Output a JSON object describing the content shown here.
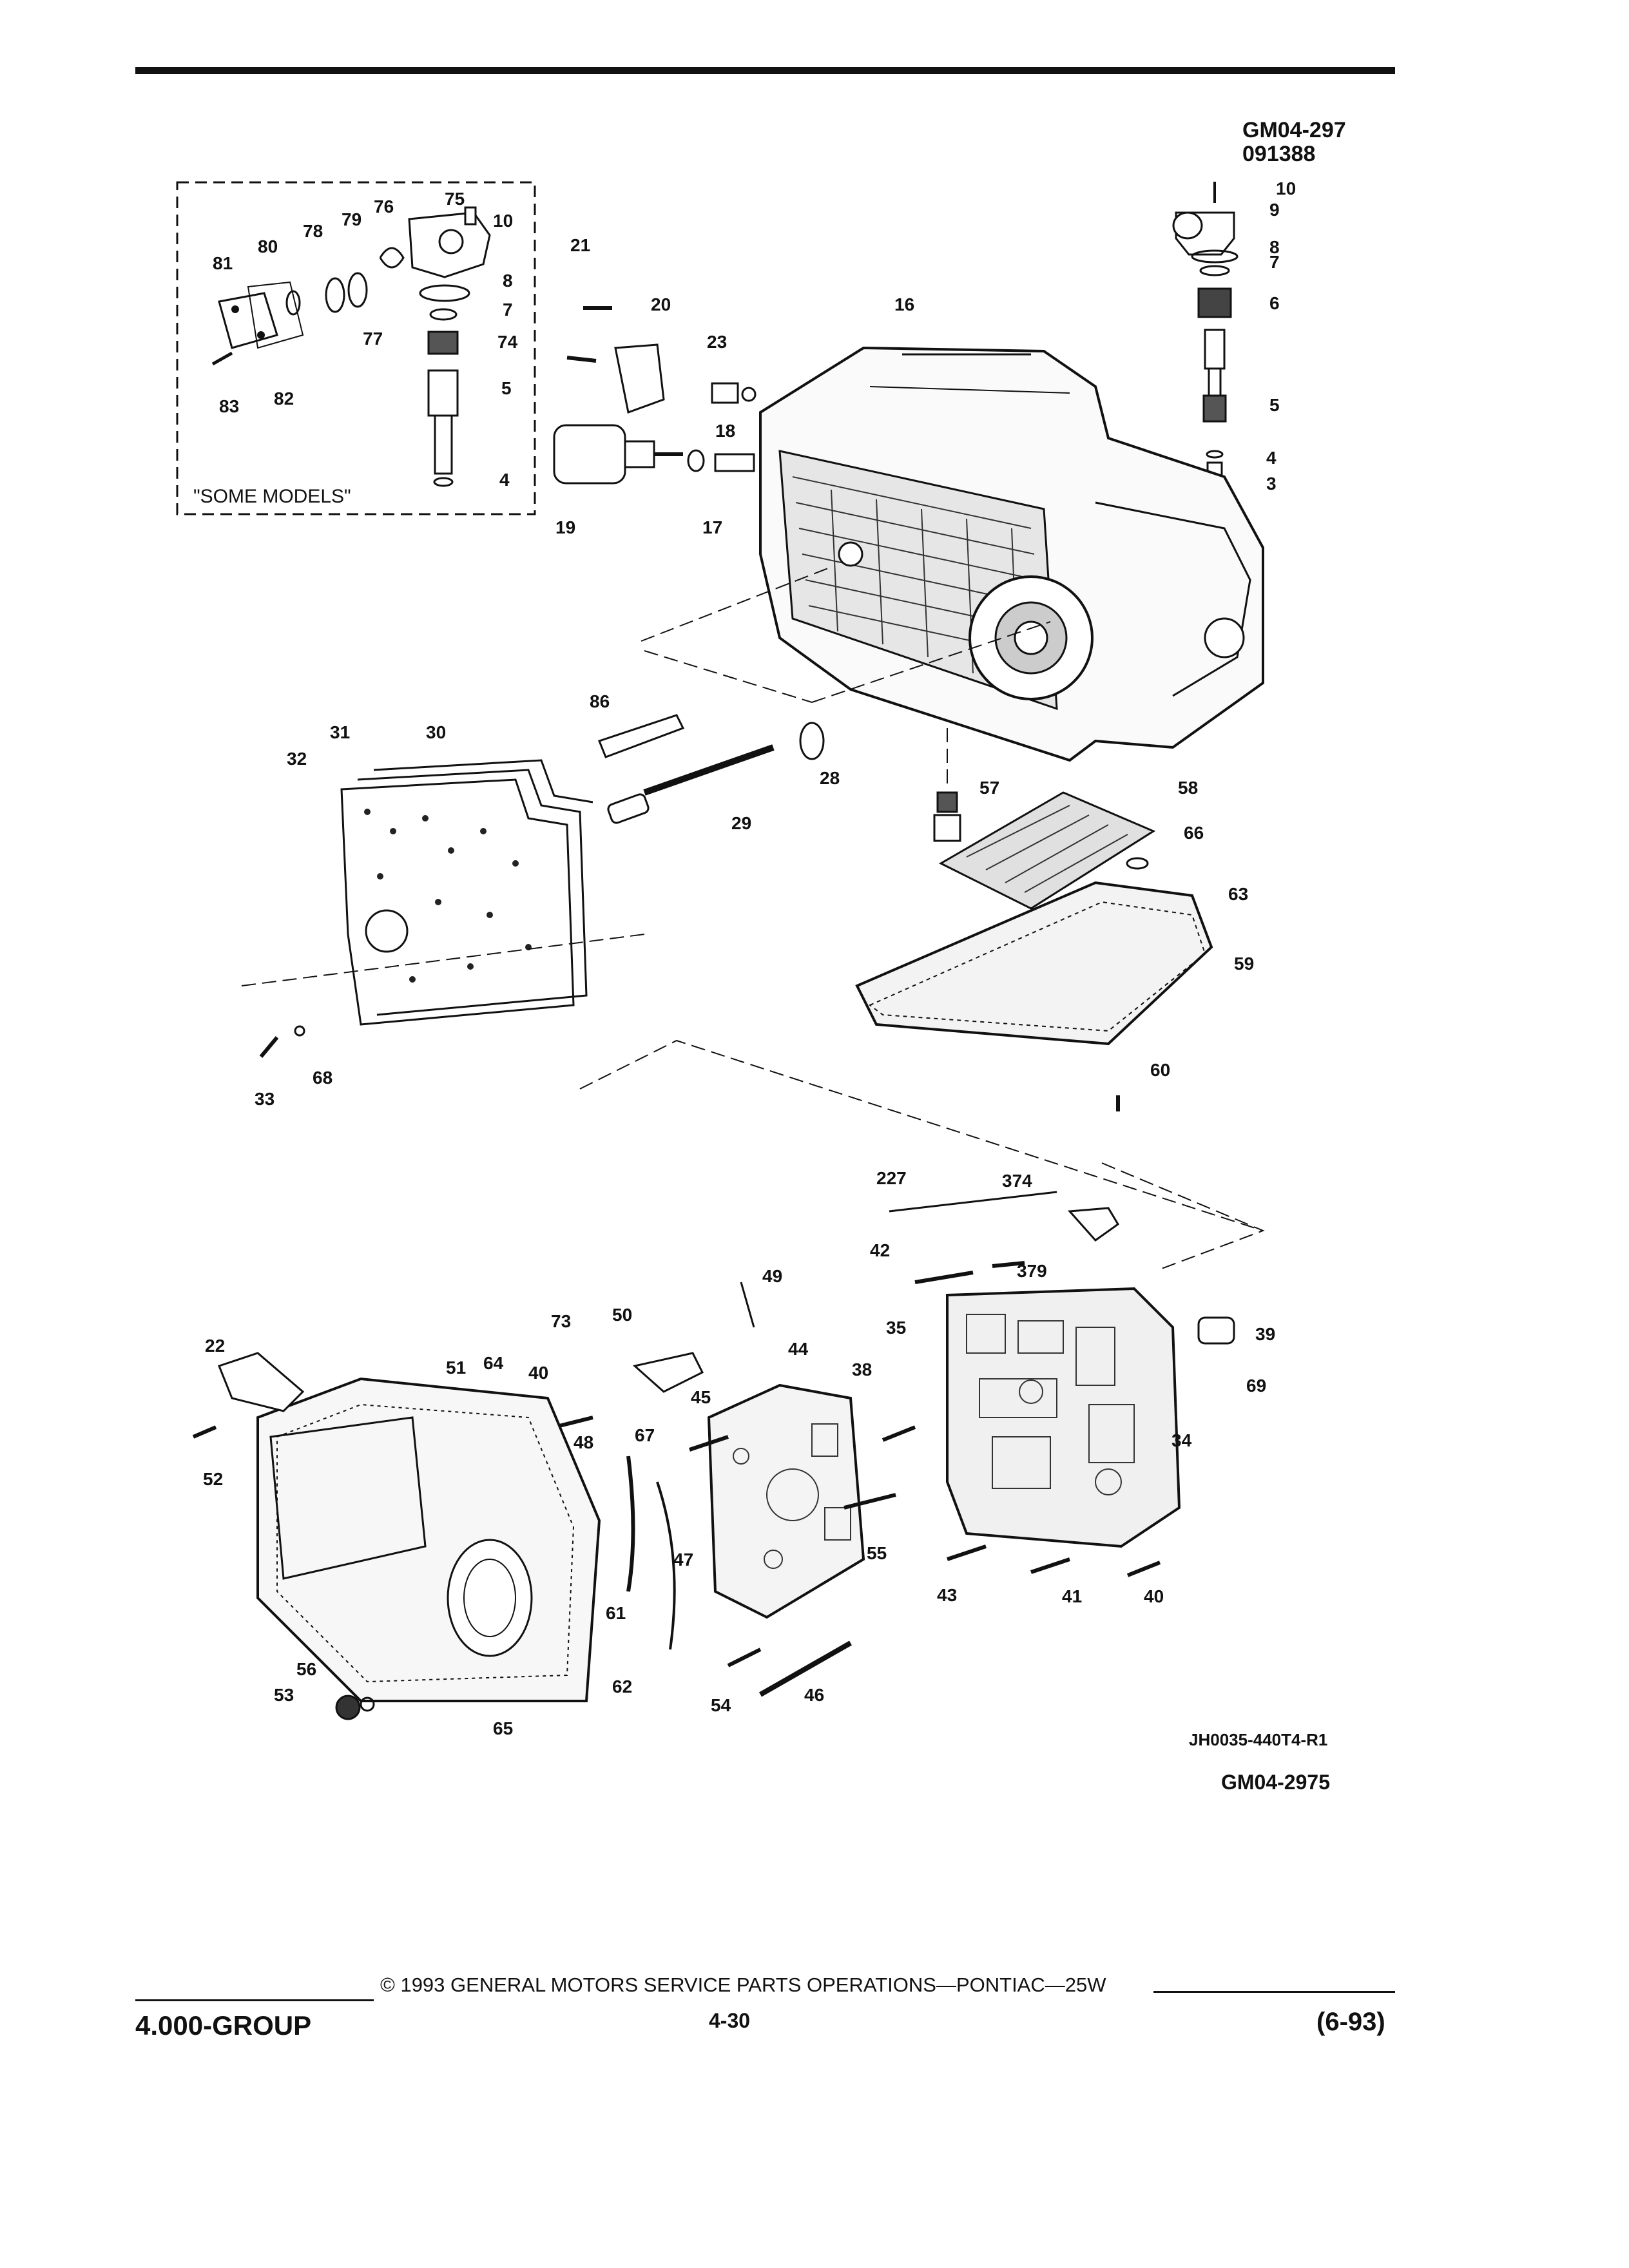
{
  "header": {
    "fig_code": "GM04-297",
    "fig_date": "091388"
  },
  "inset": {
    "label": "\"SOME MODELS\"",
    "callouts": [
      "75",
      "76",
      "79",
      "78",
      "80",
      "81",
      "10",
      "8",
      "7",
      "74",
      "77",
      "5",
      "83",
      "82",
      "4"
    ]
  },
  "callouts": {
    "upper": [
      "21",
      "20",
      "16",
      "23",
      "18",
      "19",
      "17",
      "10",
      "9",
      "8",
      "7",
      "6",
      "5",
      "4",
      "3"
    ],
    "middle": [
      "86",
      "31",
      "30",
      "32",
      "28",
      "29",
      "57",
      "58",
      "66",
      "63",
      "59",
      "33",
      "68",
      "60"
    ],
    "lower": [
      "227",
      "374",
      "42",
      "379",
      "49",
      "35",
      "39",
      "73",
      "50",
      "44",
      "22",
      "51",
      "64",
      "40",
      "38",
      "69",
      "45",
      "48",
      "67",
      "34",
      "52",
      "47",
      "55",
      "43",
      "41",
      "40",
      "61",
      "56",
      "53",
      "62",
      "54",
      "46",
      "65"
    ]
  },
  "drawing_refs": {
    "ref1": "JH0035-440T4-R1",
    "ref2": "GM04-2975"
  },
  "footer": {
    "copyright": "© 1993 GENERAL MOTORS SERVICE PARTS OPERATIONS—PONTIAC—25W",
    "group": "4.000-GROUP",
    "page": "4-30",
    "date": "(6-93)"
  }
}
